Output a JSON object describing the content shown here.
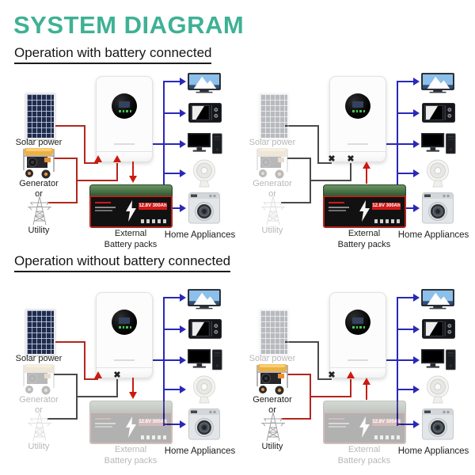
{
  "title": "SYSTEM DIAGRAM",
  "sections": {
    "with_battery": "Operation with battery connected",
    "without_battery": "Operation without battery connected"
  },
  "labels": {
    "solar": "Solar power",
    "generator": "Generator",
    "or": "or",
    "utility": "Utility",
    "battery_line1": "External",
    "battery_line2": "Battery packs",
    "appliances": "Home Appliances"
  },
  "battery": {
    "spec": "12.8V 300Ah"
  },
  "colors": {
    "title": "#3eb195",
    "source_line_active": "#b3261e",
    "source_line_inactive": "#4a4a4a",
    "load_line": "#2a28b8",
    "arrow": "#cc1a10"
  },
  "appliance_icons": [
    "tv-icon",
    "microwave-icon",
    "desktop-computer-icon",
    "fan-icon",
    "washing-machine-icon"
  ],
  "source_icons": [
    "solar-panel-icon",
    "generator-icon",
    "utility-tower-icon"
  ],
  "quadrants": [
    {
      "id": "with-battery-sources-active",
      "pos": "q1",
      "solar_connected": true,
      "acin_connected": true,
      "battery_present": true,
      "battery_arrow": "down"
    },
    {
      "id": "with-battery-sources-disconnected",
      "pos": "q2",
      "solar_connected": false,
      "acin_connected": false,
      "battery_present": true,
      "battery_arrow": "up"
    },
    {
      "id": "without-battery-solar-active",
      "pos": "q3",
      "solar_connected": true,
      "acin_connected": false,
      "battery_present": false,
      "battery_arrow": "down"
    },
    {
      "id": "without-battery-ac-active",
      "pos": "q4",
      "solar_connected": false,
      "acin_connected": true,
      "battery_present": false,
      "battery_arrow": "up"
    }
  ]
}
